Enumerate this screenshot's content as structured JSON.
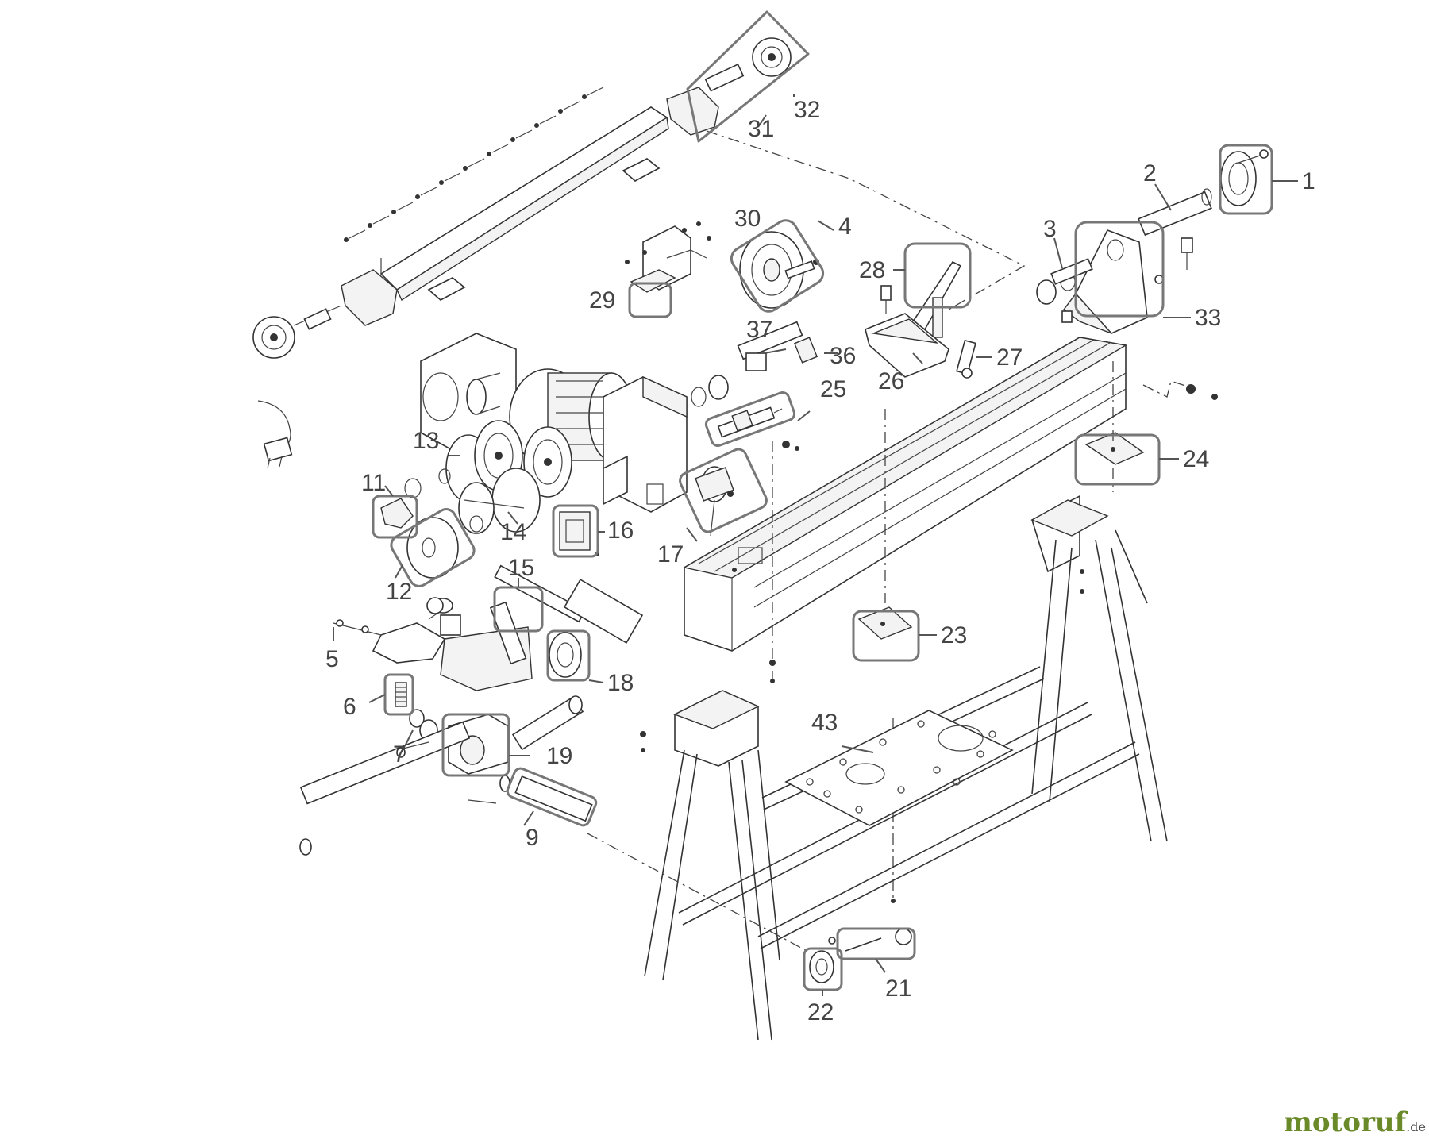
{
  "labels": [
    "1",
    "2",
    "3",
    "4",
    "5",
    "6",
    "7",
    "9",
    "11",
    "12",
    "13",
    "14",
    "15",
    "16",
    "17",
    "18",
    "19",
    "21",
    "22",
    "23",
    "24",
    "25",
    "26",
    "27",
    "28",
    "29",
    "30",
    "31",
    "32",
    "33",
    "36",
    "37",
    "43"
  ],
  "logo": {
    "main": "motoruf",
    "suffix": ".de"
  },
  "colors": {
    "line": "#444444",
    "label": "#444444",
    "logo": "#6a8a2a"
  }
}
